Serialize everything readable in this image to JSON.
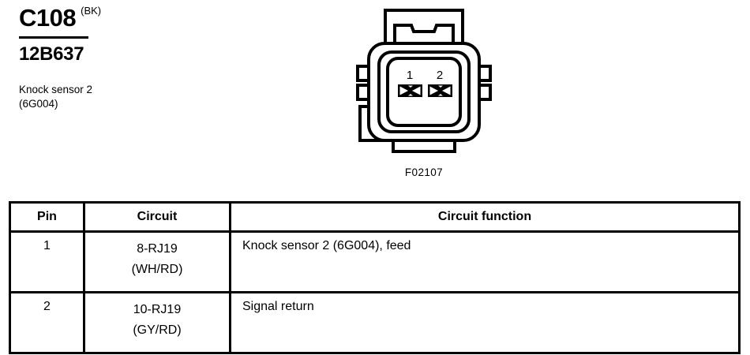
{
  "header": {
    "connector_id": "C108",
    "connector_color_code": "(BK)",
    "part_number": "12B637",
    "description_line1": "Knock sensor 2",
    "description_line2": "(6G004)"
  },
  "connector_figure": {
    "code": "F02107",
    "pin_labels": [
      "1",
      "2"
    ],
    "terminal_count": 2
  },
  "table": {
    "headers": {
      "pin": "Pin",
      "circuit": "Circuit",
      "function": "Circuit function"
    },
    "rows": [
      {
        "pin": "1",
        "circuit_id": "8-RJ19",
        "circuit_color": "(WH/RD)",
        "function": "Knock sensor 2 (6G004), feed"
      },
      {
        "pin": "2",
        "circuit_id": "10-RJ19",
        "circuit_color": "(GY/RD)",
        "function": "Signal return"
      }
    ]
  },
  "colors": {
    "line": "#000000",
    "background": "#ffffff"
  }
}
